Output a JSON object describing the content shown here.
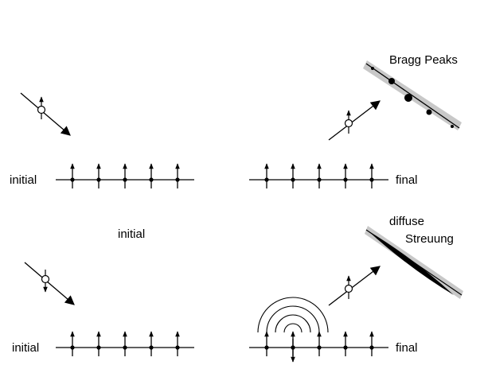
{
  "labels": {
    "top_left": "initial",
    "top_right": "final",
    "middle": "initial",
    "bottom_left": "initial",
    "bottom_right": "final",
    "bragg": "Bragg Peaks",
    "diffuse_line1": "diffuse",
    "diffuse_line2": "Streuung"
  },
  "panels": {
    "top_left_spins": [
      "up",
      "up",
      "up",
      "up",
      "up"
    ],
    "top_right_spins": [
      "up",
      "up",
      "up",
      "up",
      "up"
    ],
    "bottom_left_spins": [
      "up",
      "up",
      "up",
      "up",
      "up"
    ],
    "bottom_right_spins": [
      "up",
      "up",
      "down",
      "up",
      "up",
      "up"
    ]
  },
  "colors": {
    "ink": "#000000",
    "screen": "#c8c8c8"
  }
}
